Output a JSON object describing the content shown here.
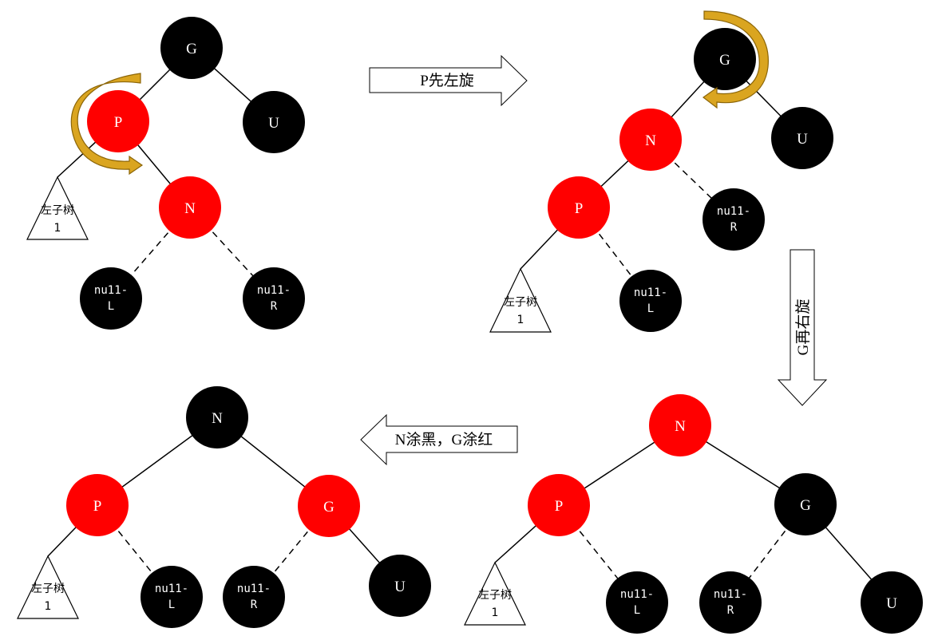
{
  "colors": {
    "red": "#ff0000",
    "black": "#000000",
    "rotation_arrow": "#daa520",
    "rotation_arrow_edge": "#8b6508"
  },
  "labels": {
    "G": "G",
    "P": "P",
    "N": "N",
    "U": "U",
    "null_top": "nu11-",
    "null_left": "L",
    "null_right": "R",
    "subtree_line1": "左子树",
    "subtree_line2": "1"
  },
  "steps": {
    "step1": "P先左旋",
    "step2": "G再右旋",
    "step3": "N涂黑，G涂红"
  },
  "icons": [
    "rotation-arrow-icon",
    "block-arrow-right-icon",
    "block-arrow-down-icon",
    "block-arrow-left-icon"
  ]
}
